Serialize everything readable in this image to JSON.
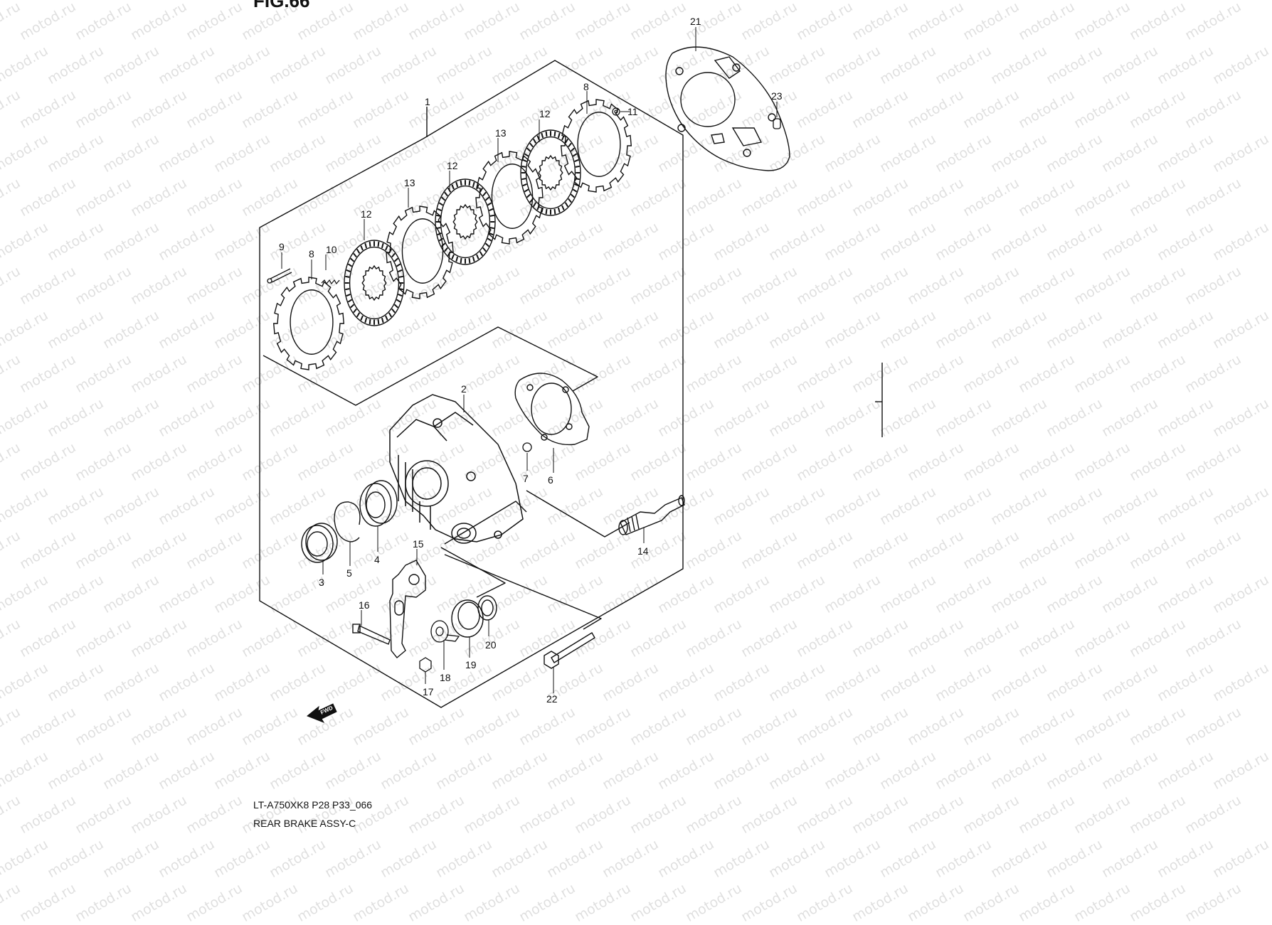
{
  "figure_title": "FIG.66",
  "watermark": "motod.ru",
  "fwd_label": "FWD",
  "callouts": [
    "1",
    "2",
    "3",
    "4",
    "5",
    "6",
    "7",
    "8",
    "8",
    "9",
    "10",
    "11",
    "12",
    "12",
    "12",
    "13",
    "13",
    "14",
    "15",
    "16",
    "17",
    "18",
    "19",
    "20",
    "21",
    "22",
    "23"
  ],
  "footer": {
    "code": "LT-A750XK8 P28 P33_066",
    "name": "REAR BRAKE ASSY-C"
  }
}
